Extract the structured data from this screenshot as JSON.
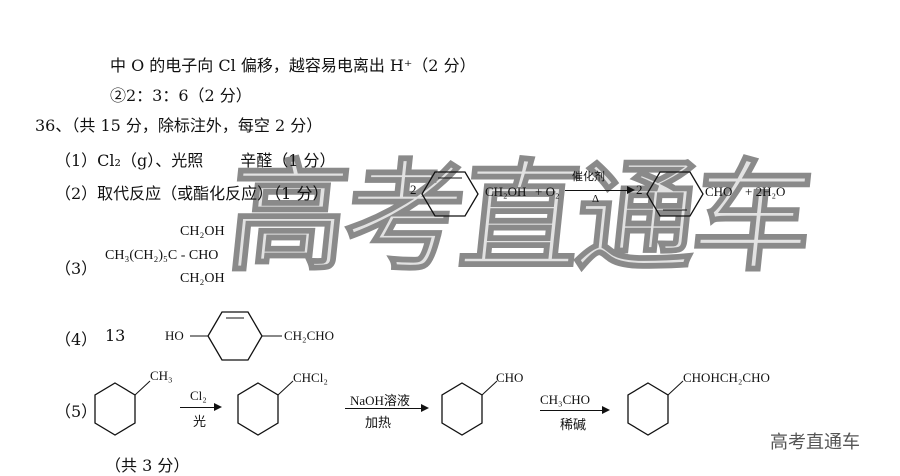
{
  "lines": {
    "l1": "中 O 的电子向 Cl 偏移，越容易电离出 H⁺（2 分）",
    "l2": "②2：3：6（2 分）",
    "l3": "36、（共 15 分，除标注外，每空 2 分）",
    "q1": "（1）Cl₂（g）、光照　　 辛醛（1 分）",
    "q2": "（2）取代反应（或酯化反应）（1 分）",
    "q3": "（3）",
    "q4": "（4）",
    "q4_answer": "13",
    "q5": "（5）",
    "q5_score": "（共 3 分）"
  },
  "eq2": {
    "coef1": "2",
    "r1": "CH₂OH",
    "plus": "+ O₂",
    "catalyst": "催化剂",
    "heat": "Δ",
    "coef2": "2",
    "p1": "CHO",
    "p2": "+ 2H₂O"
  },
  "q3_struct": {
    "top": "CH₂OH",
    "main": "CH₃(CH₂)₅C - CHO",
    "bottom": "CH₂OH"
  },
  "q4_struct": {
    "left": "HO",
    "right": "CH₂CHO"
  },
  "q5_chain": {
    "s1": "CH₃",
    "a1_top": "Cl₂",
    "a1_bottom": "光",
    "s2": "CHCl₂",
    "a2_top": "NaOH溶液",
    "a2_bottom": "加热",
    "s3": "CHO",
    "a3_top": "CH₃CHO",
    "a3_bottom": "稀碱",
    "s4": "CHOHCH₂CHO"
  },
  "watermark": "高考直通车",
  "logo": "高考直通车"
}
